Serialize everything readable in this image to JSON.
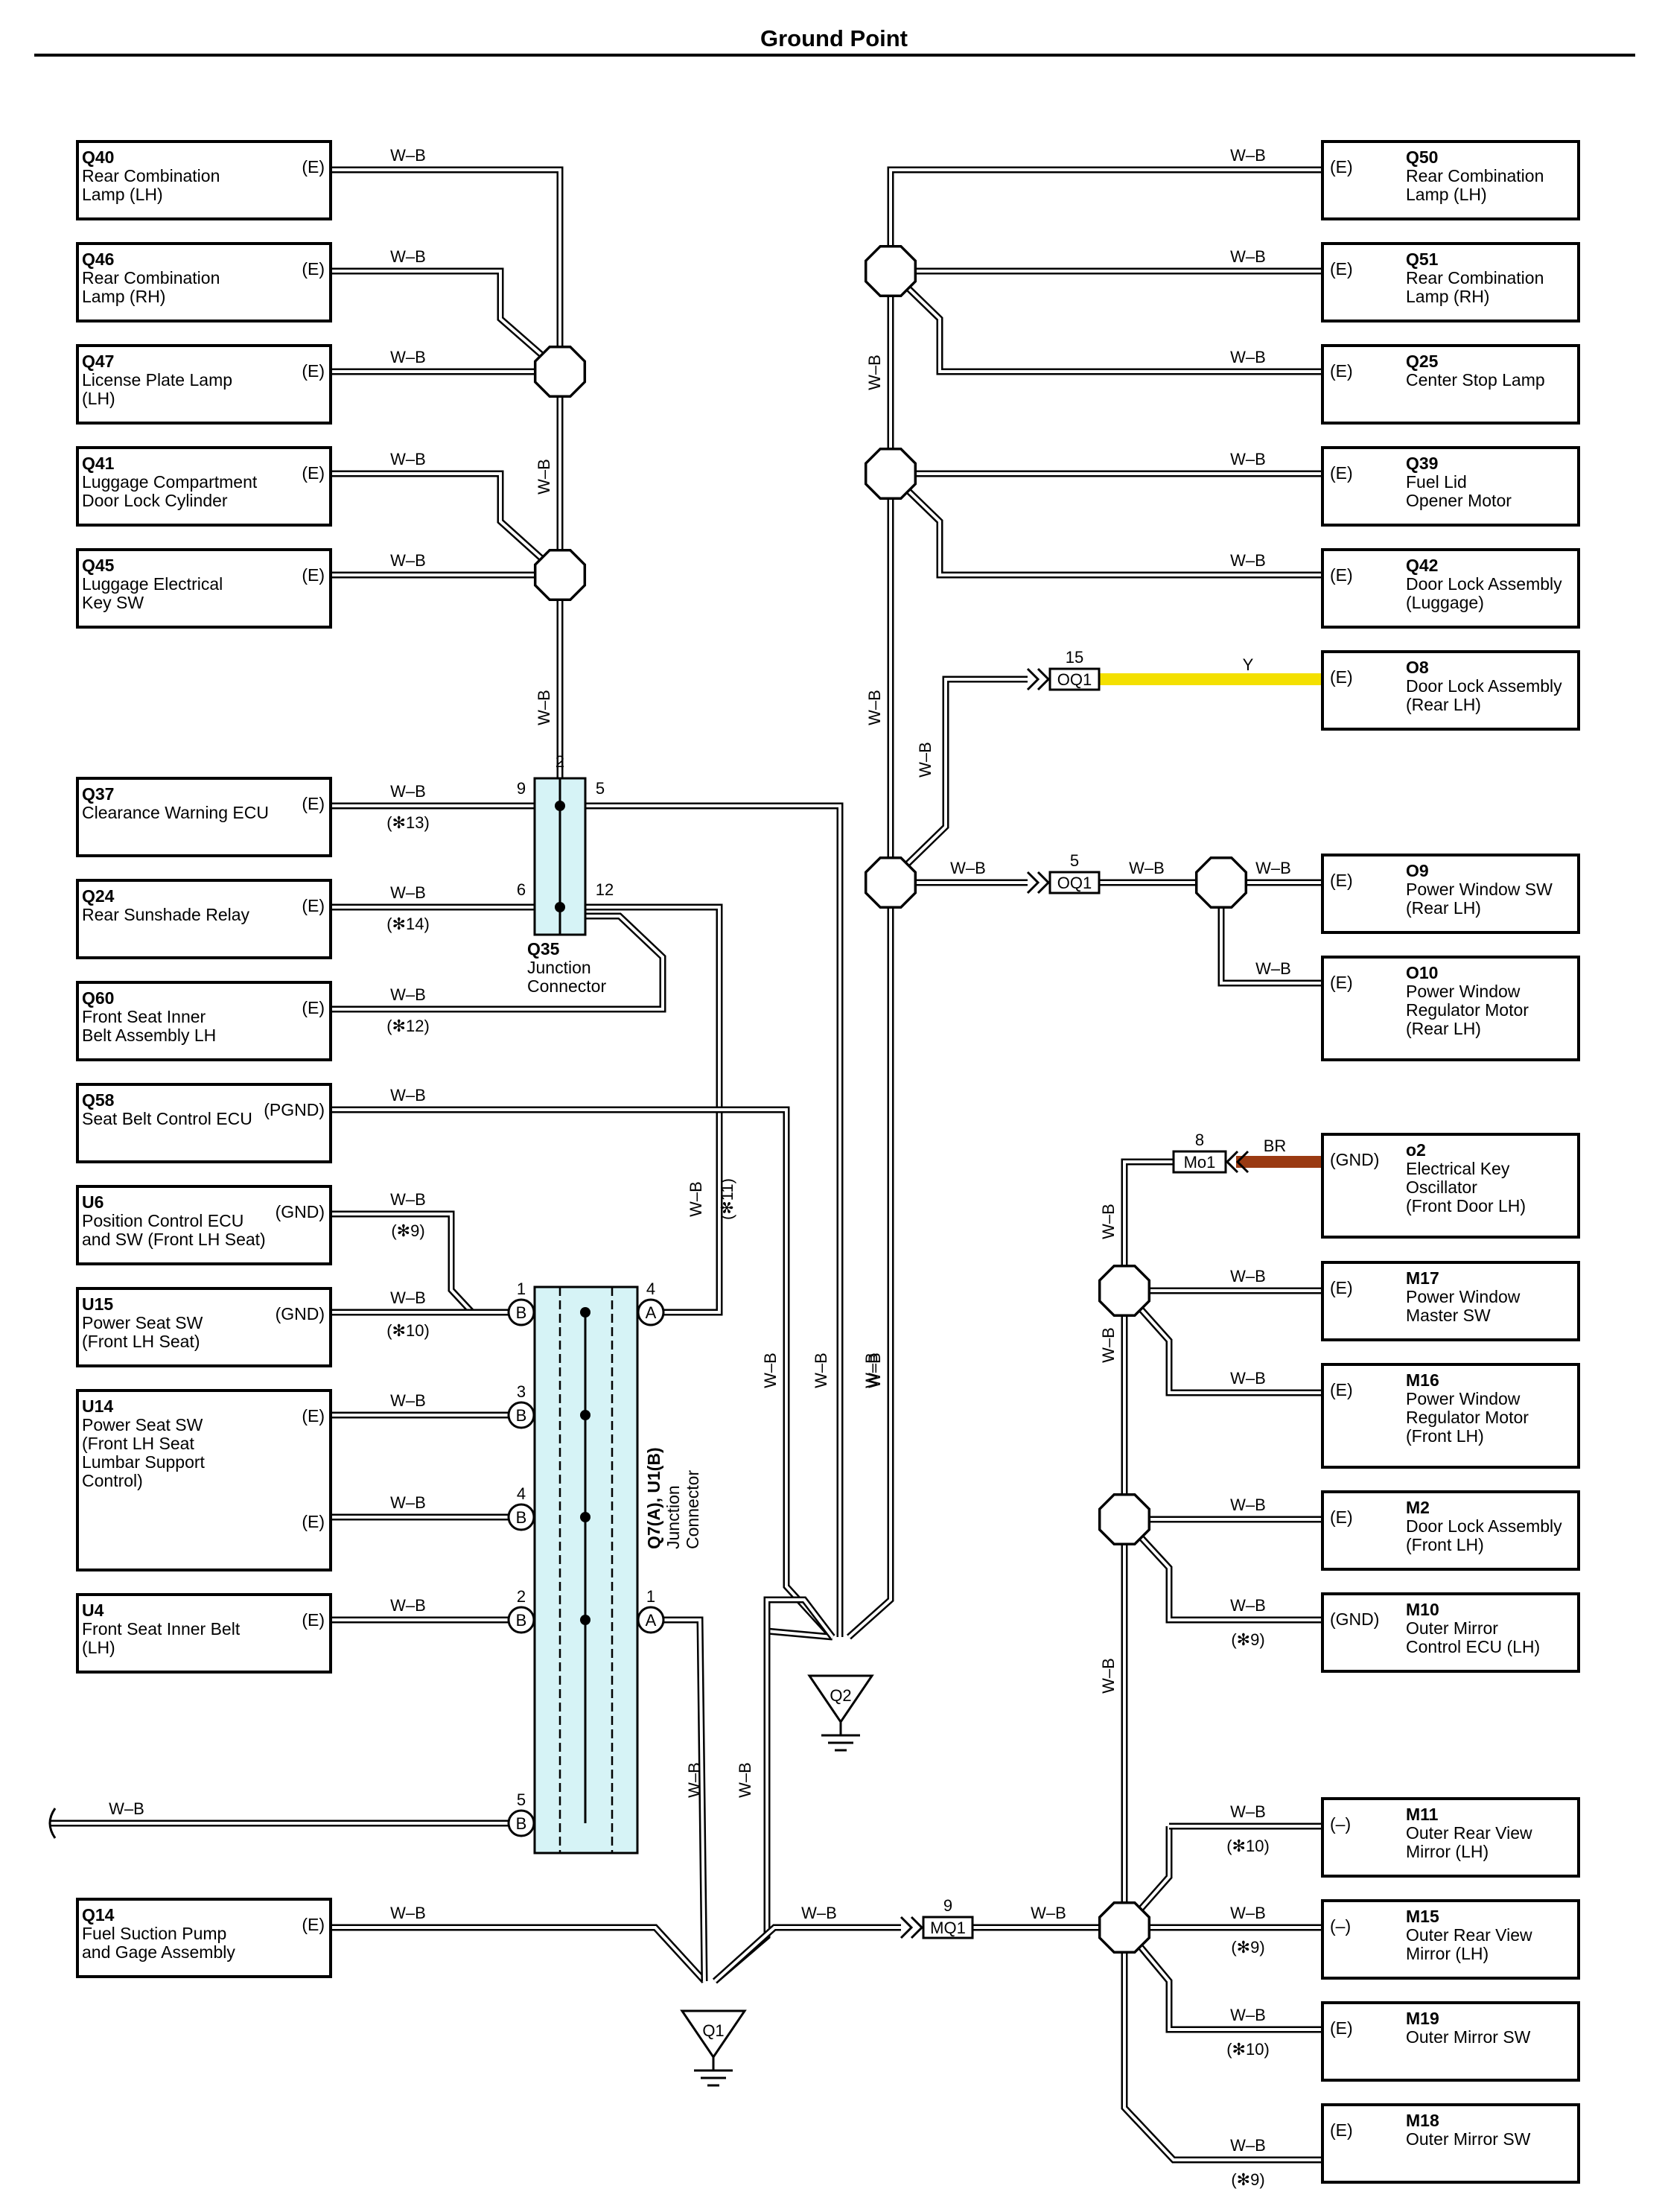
{
  "title": "Ground Point",
  "colors": {
    "wire_w_b": "#000000",
    "wire_y": "#f4e000",
    "wire_br": "#9a3a12",
    "junction_fill": "#d6f3f6"
  },
  "left_components": [
    {
      "code": "Q40",
      "lines": [
        "Rear Combination",
        "Lamp (LH)"
      ],
      "term": "(E)",
      "wire": "W–B",
      "sub": ""
    },
    {
      "code": "Q46",
      "lines": [
        "Rear Combination",
        "Lamp (RH)"
      ],
      "term": "(E)",
      "wire": "W–B",
      "sub": ""
    },
    {
      "code": "Q47",
      "lines": [
        "License Plate Lamp",
        "(LH)"
      ],
      "term": "(E)",
      "wire": "W–B",
      "sub": ""
    },
    {
      "code": "Q41",
      "lines": [
        "Luggage Compartment",
        "Door Lock Cylinder"
      ],
      "term": "(E)",
      "wire": "W–B",
      "sub": ""
    },
    {
      "code": "Q45",
      "lines": [
        "Luggage Electrical",
        "Key SW"
      ],
      "term": "(E)",
      "wire": "W–B",
      "sub": ""
    },
    {
      "code": "Q37",
      "lines": [
        "Clearance Warning ECU"
      ],
      "term": "(E)",
      "wire": "W–B",
      "sub": "(✻13)"
    },
    {
      "code": "Q24",
      "lines": [
        "Rear Sunshade Relay"
      ],
      "term": "(E)",
      "wire": "W–B",
      "sub": "(✻14)"
    },
    {
      "code": "Q60",
      "lines": [
        "Front Seat Inner",
        "Belt Assembly LH"
      ],
      "term": "(E)",
      "wire": "W–B",
      "sub": "(✻12)"
    },
    {
      "code": "Q58",
      "lines": [
        "Seat Belt Control ECU"
      ],
      "term": "(PGND)",
      "wire": "W–B",
      "sub": ""
    },
    {
      "code": "U6",
      "lines": [
        "Position Control ECU",
        "and SW (Front LH Seat)"
      ],
      "term": "(GND)",
      "wire": "W–B",
      "sub": "(✻9)"
    },
    {
      "code": "U15",
      "lines": [
        "Power Seat SW",
        "(Front LH Seat)"
      ],
      "term": "(GND)",
      "wire": "W–B",
      "sub": "(✻10)"
    },
    {
      "code": "U14",
      "lines": [
        "Power Seat SW",
        "(Front LH Seat",
        " Lumbar Support",
        " Control)"
      ],
      "term": "(E)",
      "term2": "(E)",
      "wire": "W–B",
      "wire2": "W–B",
      "sub": ""
    },
    {
      "code": "U4",
      "lines": [
        "Front Seat Inner Belt",
        "(LH)"
      ],
      "term": "(E)",
      "wire": "W–B",
      "sub": ""
    },
    {
      "code": "Q14",
      "lines": [
        "Fuel Suction Pump",
        "and Gage Assembly"
      ],
      "term": "(E)",
      "wire": "W–B",
      "sub": ""
    }
  ],
  "right_components": [
    {
      "code": "Q50",
      "lines": [
        "Rear Combination",
        "Lamp (LH)"
      ],
      "term": "(E)",
      "wire": "W–B",
      "sub": ""
    },
    {
      "code": "Q51",
      "lines": [
        "Rear Combination",
        "Lamp (RH)"
      ],
      "term": "(E)",
      "wire": "W–B",
      "sub": ""
    },
    {
      "code": "Q25",
      "lines": [
        "Center Stop Lamp"
      ],
      "term": "(E)",
      "wire": "W–B",
      "sub": ""
    },
    {
      "code": "Q39",
      "lines": [
        "Fuel Lid",
        "Opener Motor"
      ],
      "term": "(E)",
      "wire": "W–B",
      "sub": ""
    },
    {
      "code": "Q42",
      "lines": [
        "Door Lock Assembly",
        "(Luggage)"
      ],
      "term": "(E)",
      "wire": "W–B",
      "sub": ""
    },
    {
      "code": "O8",
      "lines": [
        "Door Lock Assembly",
        "(Rear LH)"
      ],
      "term": "(E)",
      "wire": "Y",
      "sub": ""
    },
    {
      "code": "O9",
      "lines": [
        "Power Window SW",
        "(Rear LH)"
      ],
      "term": "(E)",
      "wire": "W–B",
      "sub": ""
    },
    {
      "code": "O10",
      "lines": [
        "Power Window",
        "Regulator Motor",
        "(Rear LH)"
      ],
      "term": "(E)",
      "wire": "W–B",
      "sub": ""
    },
    {
      "code": "o2",
      "lines": [
        "Electrical Key",
        "Oscillator",
        "(Front Door LH)"
      ],
      "term": "(GND)",
      "wire": "BR",
      "sub": ""
    },
    {
      "code": "M17",
      "lines": [
        "Power Window",
        "Master SW"
      ],
      "term": "(E)",
      "wire": "W–B",
      "sub": ""
    },
    {
      "code": "M16",
      "lines": [
        "Power Window",
        "Regulator Motor",
        "(Front LH)"
      ],
      "term": "(E)",
      "wire": "W–B",
      "sub": ""
    },
    {
      "code": "M2",
      "lines": [
        "Door Lock Assembly",
        "(Front LH)"
      ],
      "term": "(E)",
      "wire": "W–B",
      "sub": ""
    },
    {
      "code": "M10",
      "lines": [
        "Outer Mirror",
        "Control ECU (LH)"
      ],
      "term": "(GND)",
      "wire": "W–B",
      "sub": "(✻9)"
    },
    {
      "code": "M11",
      "lines": [
        "Outer Rear View",
        "Mirror (LH)"
      ],
      "term": "(–)",
      "wire": "W–B",
      "sub": "(✻10)"
    },
    {
      "code": "M15",
      "lines": [
        "Outer Rear View",
        "Mirror (LH)"
      ],
      "term": "(–)",
      "wire": "W–B",
      "sub": "(✻9)"
    },
    {
      "code": "M19",
      "lines": [
        "Outer Mirror SW"
      ],
      "term": "(E)",
      "wire": "W–B",
      "sub": "(✻10)"
    },
    {
      "code": "M18",
      "lines": [
        "Outer Mirror SW"
      ],
      "term": "(E)",
      "wire": "W–B",
      "sub": "(✻9)"
    }
  ],
  "junction_q35": {
    "lines": [
      "Q35",
      "Junction",
      "Connector"
    ],
    "pins": {
      "top": "2",
      "l1": "9",
      "r1": "5",
      "l2": "6",
      "r2": "12"
    }
  },
  "junction_q7": {
    "label1": "Q7(A), U1(B)",
    "label2": "Junction",
    "label3": "Connector",
    "left_pins": [
      {
        "n": "1",
        "c": "B"
      },
      {
        "n": "3",
        "c": "B"
      },
      {
        "n": "4",
        "c": "B"
      },
      {
        "n": "2",
        "c": "B"
      },
      {
        "n": "5",
        "c": "B"
      }
    ],
    "right_pins": [
      {
        "n": "4",
        "c": "A"
      },
      {
        "n": "1",
        "c": "A"
      }
    ]
  },
  "connectors": [
    {
      "name": "OQ1",
      "pin": "15"
    },
    {
      "name": "OQ1",
      "pin": "5"
    },
    {
      "name": "Mo1",
      "pin": "8"
    },
    {
      "name": "MQ1",
      "pin": "9"
    }
  ],
  "grounds": [
    "Q2",
    "Q1"
  ],
  "vertical_labels": [
    "W–B",
    "W–B",
    "W–B",
    "W–B",
    "(✻11)",
    "W–B",
    "W–B",
    "W–B",
    "W–B",
    "W–B",
    "W–B",
    "W–B",
    "W–B",
    "W–B",
    "W–B",
    "W–B"
  ],
  "misc_labels": {
    "left_stub_wire": "W–B",
    "mid_wire_1": "W–B",
    "mid_wire_2": "W–B",
    "mid_wire_3": "W–B",
    "mid_wire_4": "W–B",
    "mid_wire_5": "W–B"
  }
}
